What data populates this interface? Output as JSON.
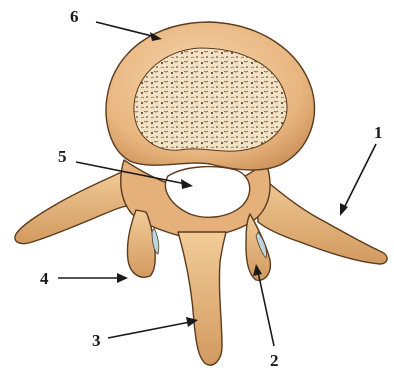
{
  "figure": {
    "colors": {
      "bone": "#e8b57f",
      "bone_light": "#f6d7ad",
      "bone_shadow": "#c98f56",
      "outline": "#5a3b1e",
      "cancellous": "#f3e3c6",
      "cartilage": "#b9d6e3",
      "label": "#1a1a1a"
    },
    "callouts": [
      {
        "id": "1",
        "text": "1"
      },
      {
        "id": "2",
        "text": "2"
      },
      {
        "id": "3",
        "text": "3"
      },
      {
        "id": "4",
        "text": "4"
      },
      {
        "id": "5",
        "text": "5"
      },
      {
        "id": "6",
        "text": "6"
      }
    ]
  }
}
